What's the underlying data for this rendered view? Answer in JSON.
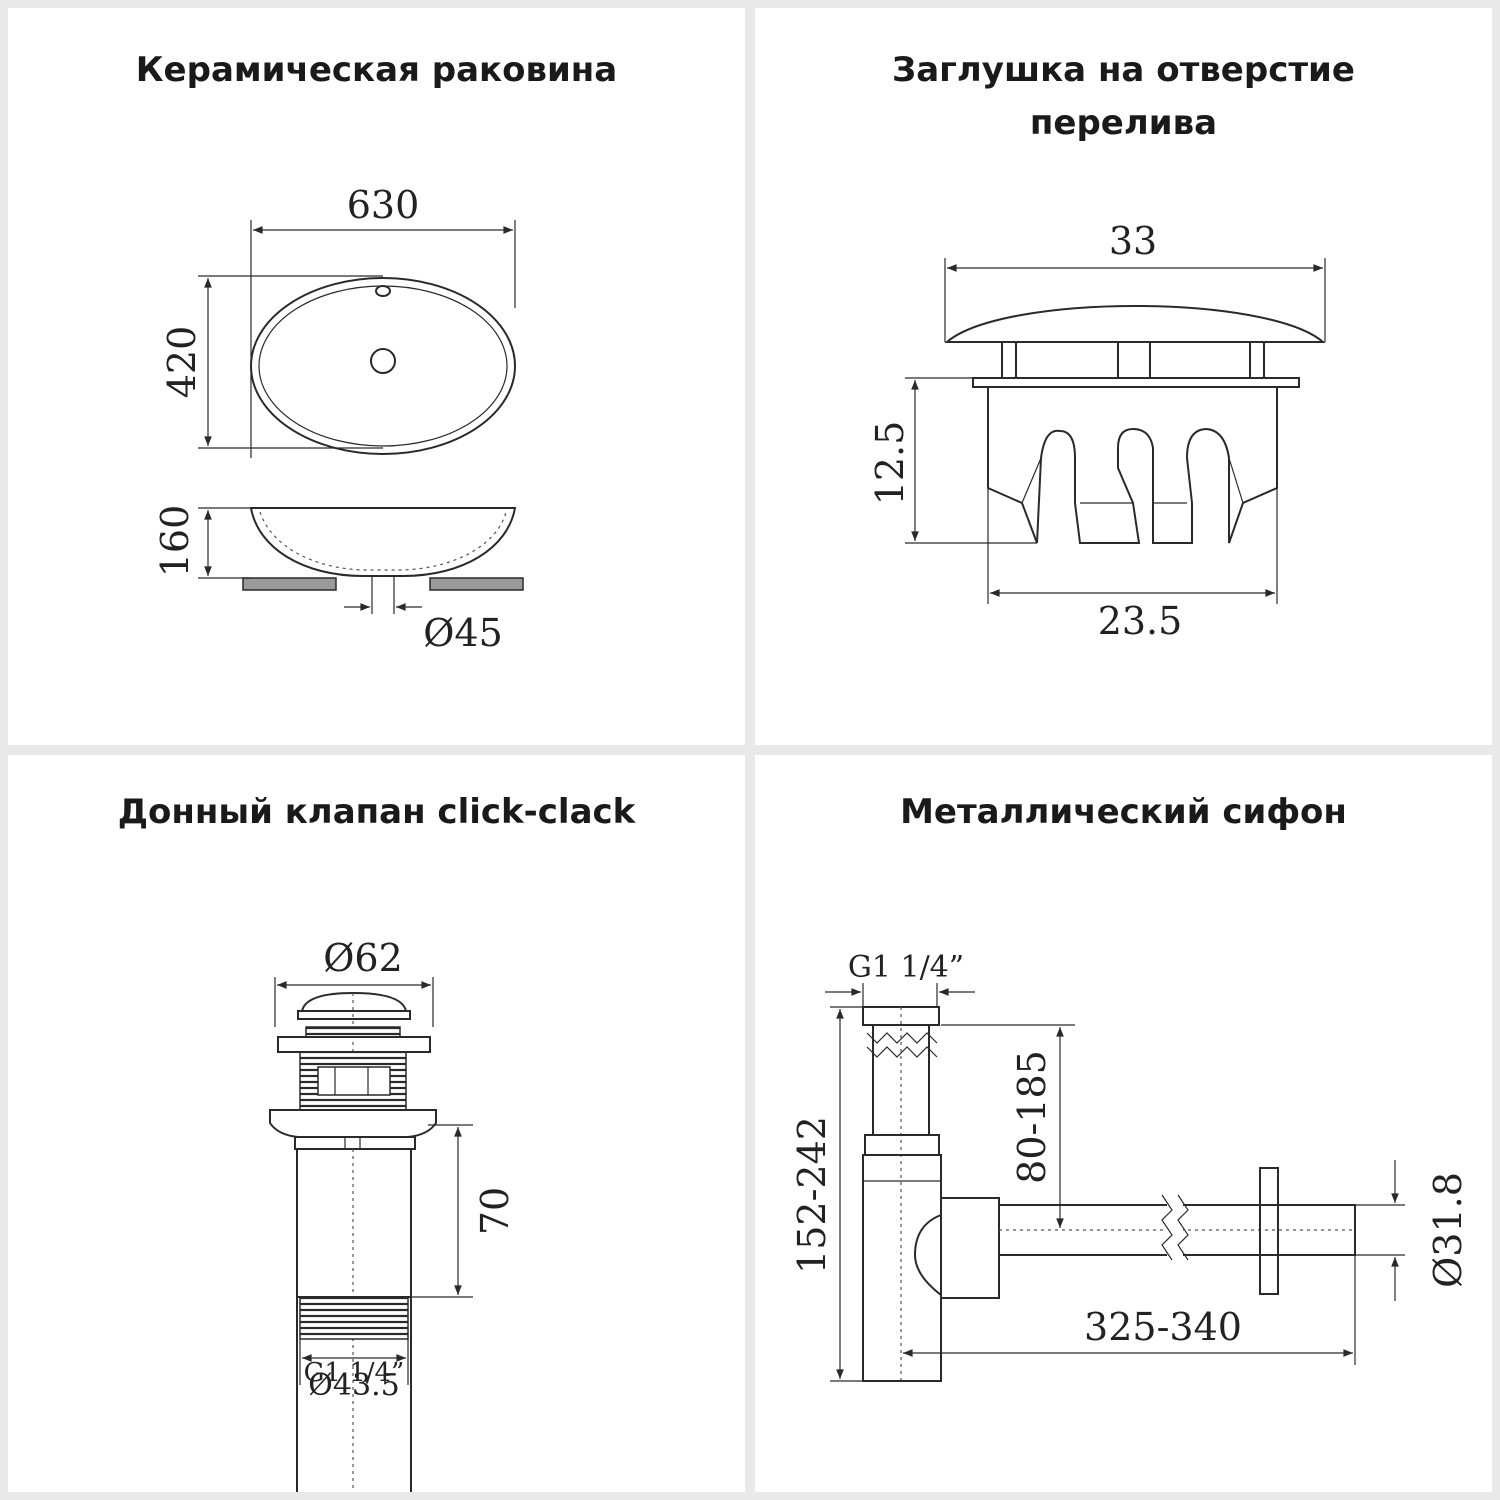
{
  "panels": {
    "sink": {
      "title": "Керамическая раковина",
      "dims": {
        "width": "630",
        "depth": "420",
        "height": "160",
        "drain": "Ø45"
      }
    },
    "overflow_cap": {
      "title_line1": "Заглушка на отверстие",
      "title_line2": "перелива",
      "dims": {
        "outer": "33",
        "height": "12.5",
        "inner": "23.5"
      }
    },
    "drain_valve": {
      "title": "Донный клапан click-clack",
      "dims": {
        "cap": "Ø62",
        "length": "70",
        "thread": "G1 1/4”",
        "body": "Ø43.5"
      }
    },
    "siphon": {
      "title": "Металлический сифон",
      "dims": {
        "thread": "G1 1/4”",
        "upper": "80-185",
        "total": "152-242",
        "outlet": "325-340",
        "pipe": "Ø31.8"
      }
    }
  }
}
